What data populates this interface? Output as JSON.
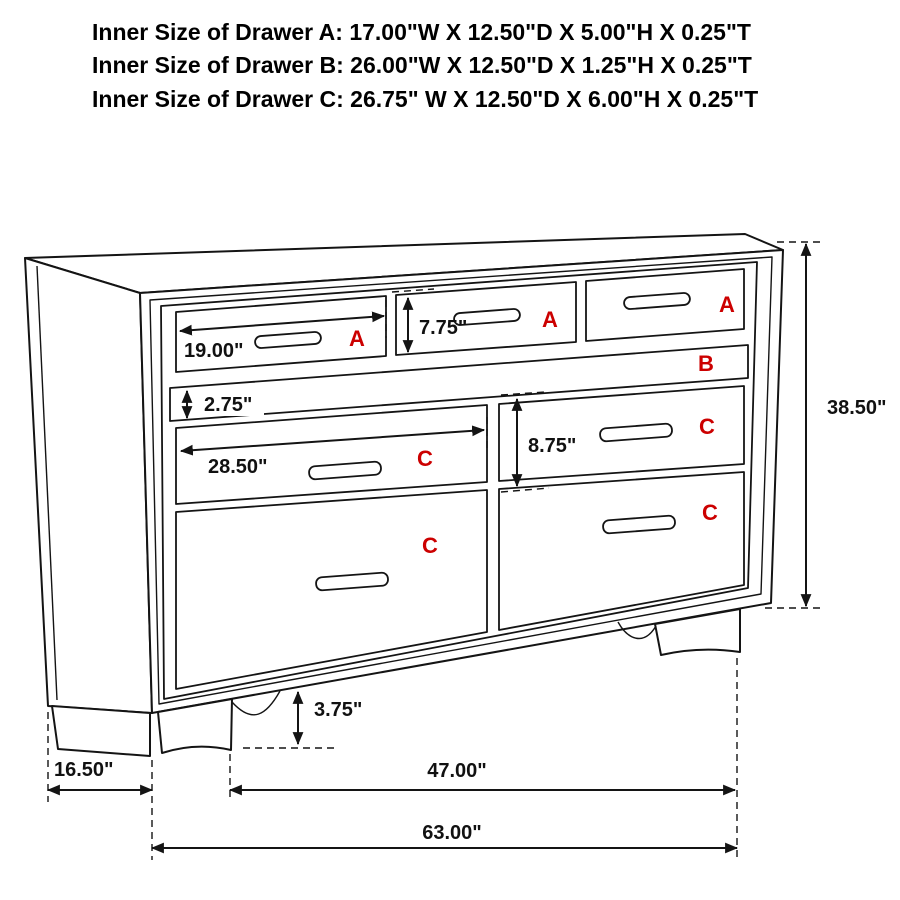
{
  "title_block": {
    "lines": [
      "Inner Size of Drawer A: 17.00\"W X 12.50\"D X 5.00\"H X 0.25\"T",
      "Inner Size of Drawer B: 26.00\"W X 12.50\"D X 1.25\"H X 0.25\"T",
      "Inner Size of Drawer C: 26.75\" W X 12.50\"D X 6.00\"H X 0.25\"T"
    ]
  },
  "drawer_labels": {
    "top_left": "A",
    "top_middle": "A",
    "top_right": "A",
    "jewelry_strip": "B",
    "mid_left": "C",
    "mid_right": "C",
    "bottom_left": "C",
    "bottom_right": "C"
  },
  "dimensions": {
    "drawer_a_width": "19.00\"",
    "drawer_a_front_height": "7.75\"",
    "drawer_b_front_height": "2.75\"",
    "drawer_c_width": "28.50\"",
    "drawer_c_front_height": "8.75\"",
    "overall_height": "38.50\"",
    "foot_height": "3.75\"",
    "overall_depth": "16.50\"",
    "between_legs_width": "47.00\"",
    "overall_width": "63.00\""
  },
  "colors": {
    "label_red": "#cc0000",
    "line": "#141414",
    "background": "#ffffff"
  }
}
